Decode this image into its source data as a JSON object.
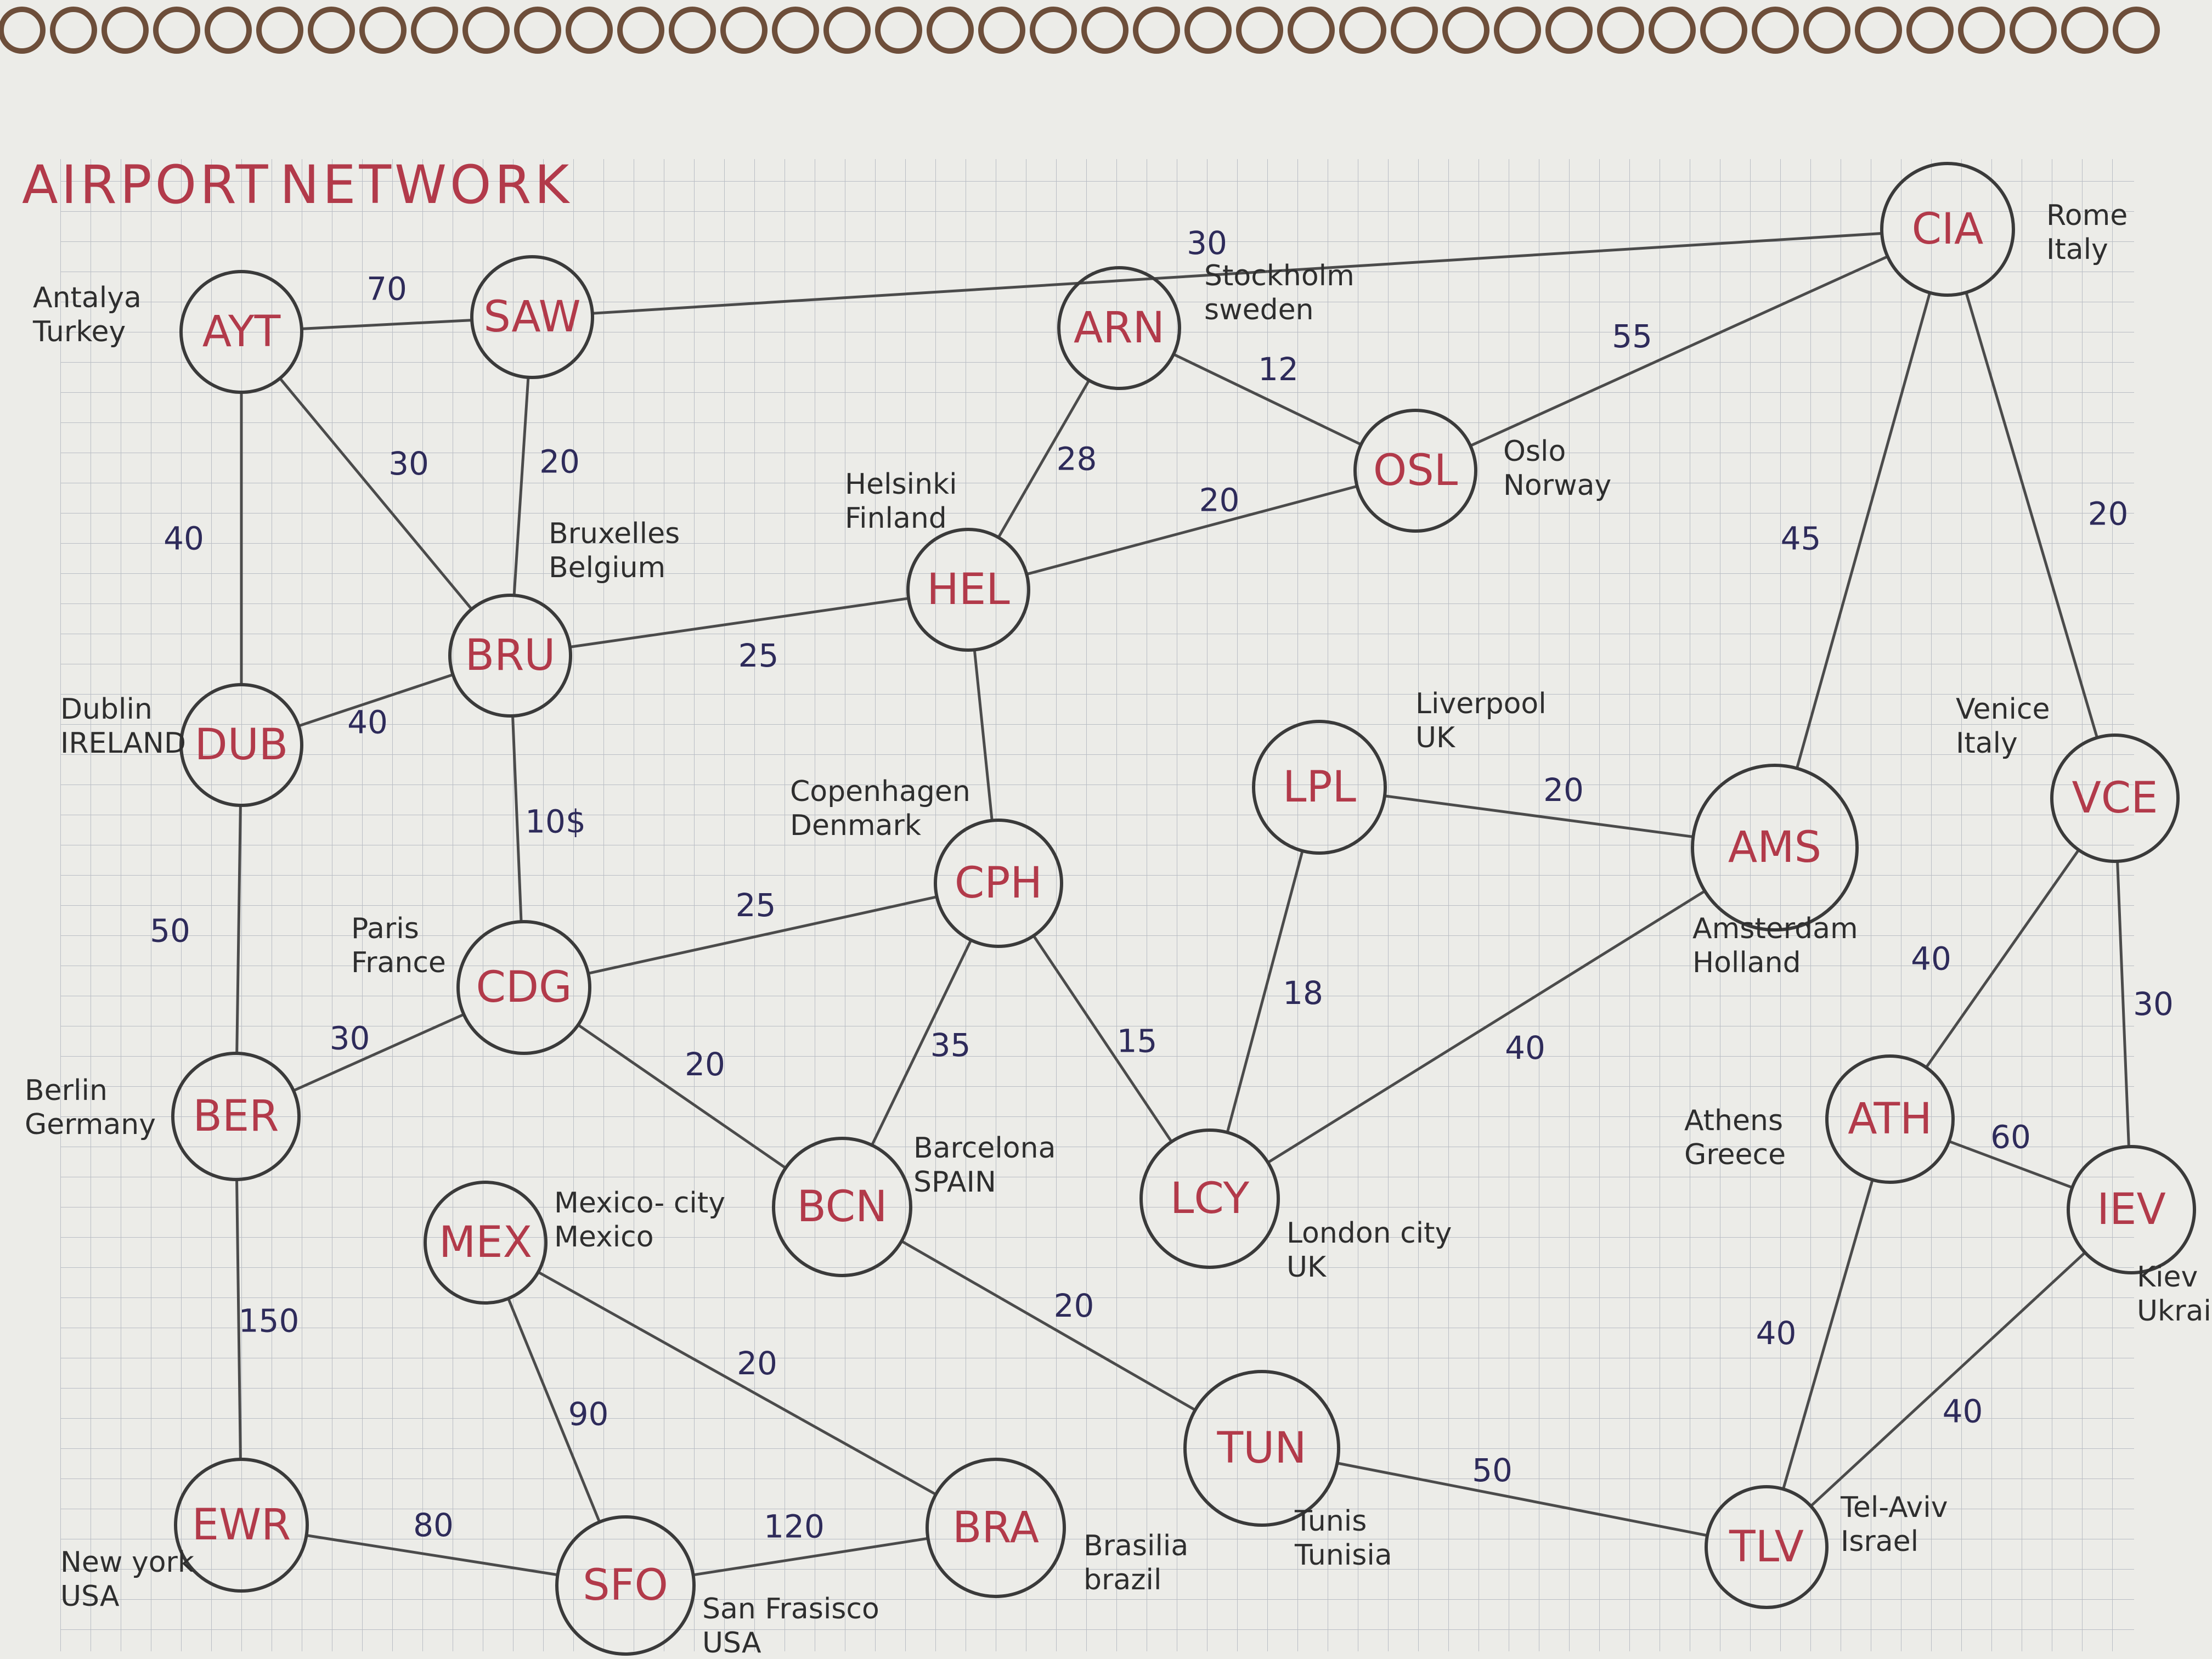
{
  "title": [
    "AIRPORT",
    "NETWORK"
  ],
  "colors": {
    "paper": "#ecece8",
    "grid": "#b9bdc4",
    "node_label": "#b23a4a",
    "edge_label": "#2e2b5a",
    "line": "#4b4b4b"
  },
  "nodes": [
    {
      "id": "AYT",
      "label": "AYT",
      "caption": [
        "Antalya",
        "Turkey"
      ]
    },
    {
      "id": "SAW",
      "label": "SAW",
      "caption": []
    },
    {
      "id": "ARN",
      "label": "ARN",
      "caption": [
        "Stockholm",
        "sweden"
      ]
    },
    {
      "id": "CIA",
      "label": "CIA",
      "caption": [
        "Rome",
        "Italy"
      ]
    },
    {
      "id": "OSL",
      "label": "OSL",
      "caption": [
        "Oslo",
        "Norway"
      ]
    },
    {
      "id": "HEL",
      "label": "HEL",
      "caption": [
        "Helsinki",
        "Finland"
      ]
    },
    {
      "id": "BRU",
      "label": "BRU",
      "caption": [
        "Bruxelles",
        "Belgium"
      ]
    },
    {
      "id": "DUB",
      "label": "DUB",
      "caption": [
        "Dublin",
        "IRELAND"
      ]
    },
    {
      "id": "LPL",
      "label": "LPL",
      "caption": [
        "Liverpool",
        "UK"
      ]
    },
    {
      "id": "AMS",
      "label": "AMS",
      "caption": [
        "Amsterdam",
        "Holland"
      ]
    },
    {
      "id": "VCE",
      "label": "VCE",
      "caption": [
        "Venice",
        "Italy"
      ]
    },
    {
      "id": "CPH",
      "label": "CPH",
      "caption": [
        "Copenhagen",
        "Denmark"
      ]
    },
    {
      "id": "CDG",
      "label": "CDG",
      "caption": [
        "Paris",
        "France"
      ]
    },
    {
      "id": "BER",
      "label": "BER",
      "caption": [
        "Berlin",
        "Germany"
      ]
    },
    {
      "id": "MEX",
      "label": "MEX",
      "caption": [
        "Mexico- city",
        "Mexico"
      ]
    },
    {
      "id": "BCN",
      "label": "BCN",
      "caption": [
        "Barcelona",
        "SPAIN"
      ]
    },
    {
      "id": "LCY",
      "label": "LCY",
      "caption": [
        "London city",
        "UK"
      ]
    },
    {
      "id": "ATH",
      "label": "ATH",
      "caption": [
        "Athens",
        "Greece"
      ]
    },
    {
      "id": "IEV",
      "label": "IEV",
      "caption": [
        "Kiev",
        "Ukraine"
      ]
    },
    {
      "id": "TUN",
      "label": "TUN",
      "caption": [
        "Tunis",
        "Tunisia"
      ]
    },
    {
      "id": "TLV",
      "label": "TLV",
      "caption": [
        "Tel-Aviv",
        "Israel"
      ]
    },
    {
      "id": "EWR",
      "label": "EWR",
      "caption": [
        "New york",
        "USA"
      ]
    },
    {
      "id": "SFO",
      "label": "SFO",
      "caption": [
        "San Frasisco",
        "USA"
      ]
    },
    {
      "id": "BRA",
      "label": "BRA",
      "caption": [
        "Brasilia",
        "brazil"
      ]
    }
  ],
  "edges": [
    {
      "from": "AYT",
      "to": "SAW",
      "weight": "70"
    },
    {
      "from": "SAW",
      "to": "CIA",
      "weight": "30"
    },
    {
      "from": "AYT",
      "to": "DUB",
      "weight": "40"
    },
    {
      "from": "AYT",
      "to": "BRU",
      "weight": "30"
    },
    {
      "from": "SAW",
      "to": "BRU",
      "weight": "20"
    },
    {
      "from": "ARN",
      "to": "OSL",
      "weight": "12"
    },
    {
      "from": "ARN",
      "to": "HEL",
      "weight": "28"
    },
    {
      "from": "OSL",
      "to": "CIA",
      "weight": "55"
    },
    {
      "from": "OSL",
      "to": "HEL",
      "weight": "20"
    },
    {
      "from": "BRU",
      "to": "HEL",
      "weight": "25"
    },
    {
      "from": "BRU",
      "to": "DUB",
      "weight": "40"
    },
    {
      "from": "BRU",
      "to": "CDG",
      "weight": "10$"
    },
    {
      "from": "HEL",
      "to": "CPH",
      "weight": ""
    },
    {
      "from": "CIA",
      "to": "AMS",
      "weight": "45"
    },
    {
      "from": "CIA",
      "to": "VCE",
      "weight": "20"
    },
    {
      "from": "LPL",
      "to": "AMS",
      "weight": "20"
    },
    {
      "from": "LPL",
      "to": "LCY",
      "weight": "18"
    },
    {
      "from": "AMS",
      "to": "LCY",
      "weight": "40"
    },
    {
      "from": "CDG",
      "to": "CPH",
      "weight": "25"
    },
    {
      "from": "CDG",
      "to": "BER",
      "weight": "30"
    },
    {
      "from": "CDG",
      "to": "BCN",
      "weight": "20"
    },
    {
      "from": "DUB",
      "to": "BER",
      "weight": "50"
    },
    {
      "from": "CPH",
      "to": "BCN",
      "weight": "35"
    },
    {
      "from": "CPH",
      "to": "LCY",
      "weight": "15"
    },
    {
      "from": "VCE",
      "to": "ATH",
      "weight": "40"
    },
    {
      "from": "VCE",
      "to": "IEV",
      "weight": "30"
    },
    {
      "from": "ATH",
      "to": "IEV",
      "weight": "60"
    },
    {
      "from": "ATH",
      "to": "TLV",
      "weight": "40"
    },
    {
      "from": "IEV",
      "to": "TLV",
      "weight": "40"
    },
    {
      "from": "BER",
      "to": "EWR",
      "weight": "150"
    },
    {
      "from": "MEX",
      "to": "SFO",
      "weight": "90"
    },
    {
      "from": "MEX",
      "to": "BRA",
      "weight": "20"
    },
    {
      "from": "BCN",
      "to": "TUN",
      "weight": "20"
    },
    {
      "from": "TUN",
      "to": "TLV",
      "weight": "50"
    },
    {
      "from": "EWR",
      "to": "SFO",
      "weight": "80"
    },
    {
      "from": "SFO",
      "to": "BRA",
      "weight": "120"
    }
  ]
}
